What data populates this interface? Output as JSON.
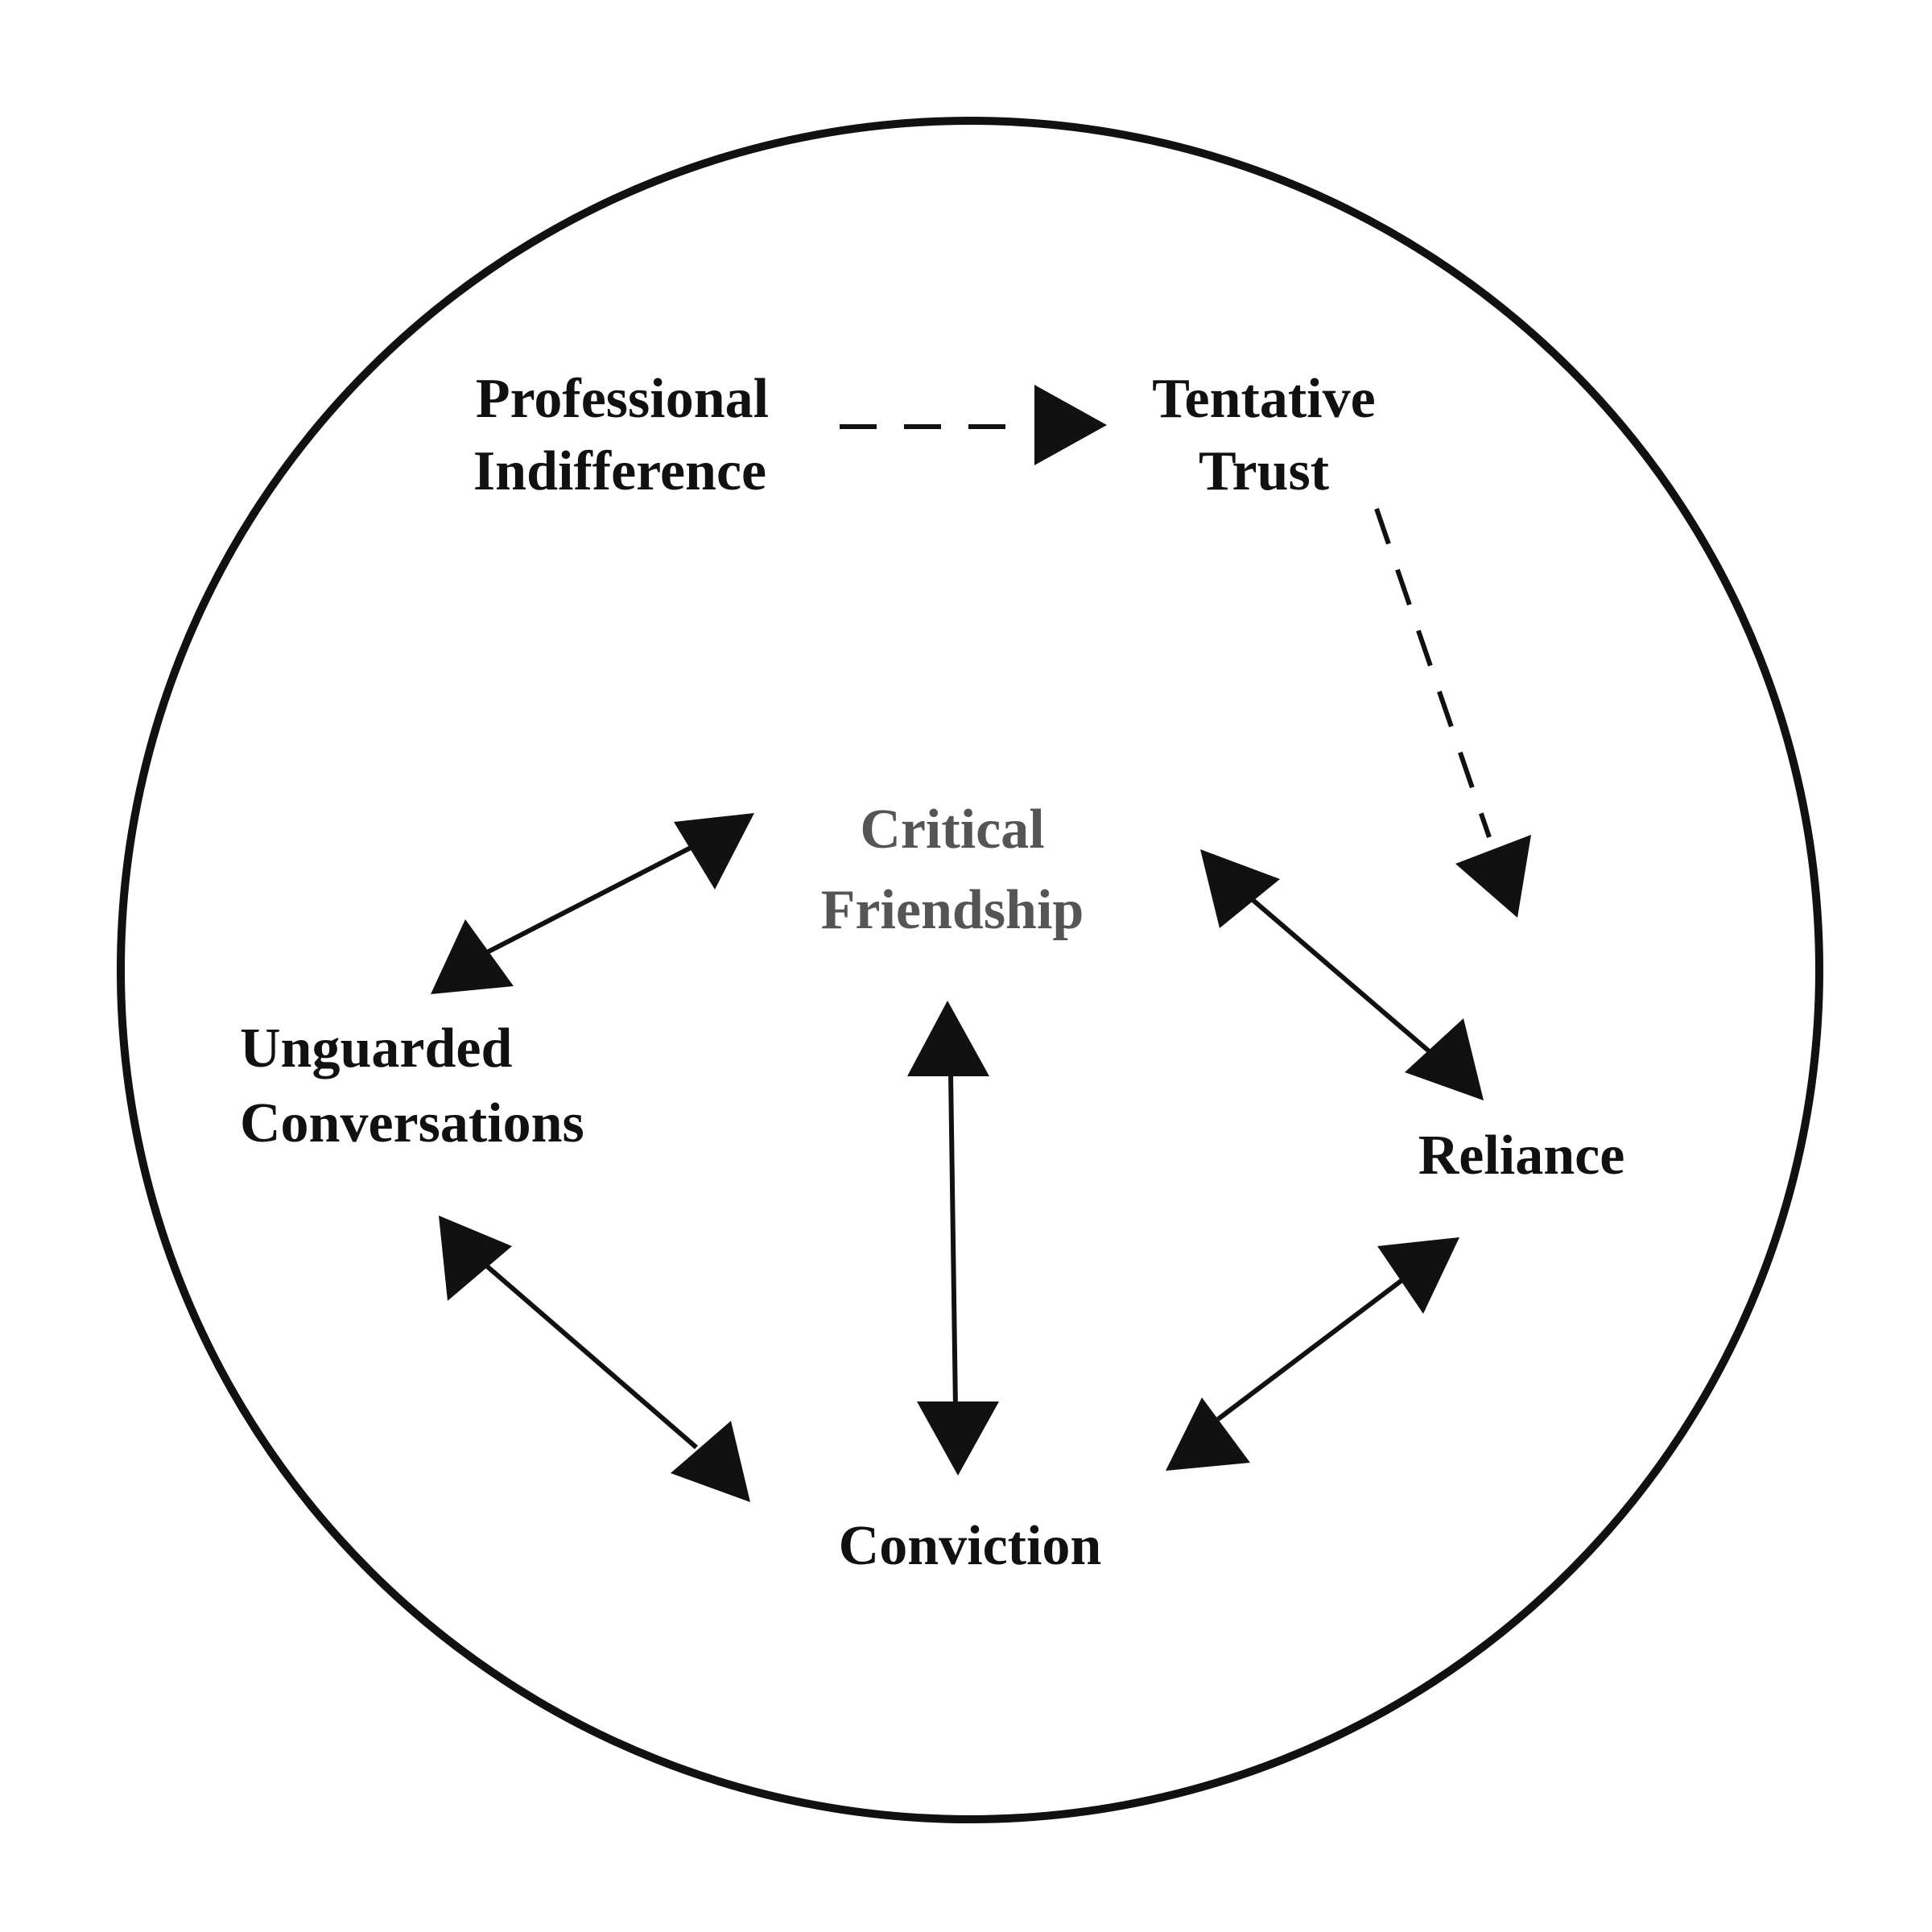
{
  "diagram": {
    "nodes": {
      "professional_indifference": {
        "line1": "Professional",
        "line2": "Indifference"
      },
      "tentative_trust": {
        "line1": "Tentative",
        "line2": "Trust"
      },
      "critical_friendship": {
        "line1": "Critical",
        "line2": "Friendship"
      },
      "unguarded_conversations": {
        "line1": "Unguarded",
        "line2": "Conversations"
      },
      "reliance": {
        "line1": "Reliance"
      },
      "conviction": {
        "line1": "Conviction"
      }
    },
    "edges": [
      {
        "from": "professional_indifference",
        "to": "tentative_trust",
        "style": "dashed",
        "direction": "one-way"
      },
      {
        "from": "tentative_trust",
        "to": "reliance",
        "style": "dashed",
        "direction": "one-way"
      },
      {
        "from": "critical_friendship",
        "to": "unguarded_conversations",
        "style": "solid",
        "direction": "two-way"
      },
      {
        "from": "critical_friendship",
        "to": "reliance",
        "style": "solid",
        "direction": "two-way"
      },
      {
        "from": "critical_friendship",
        "to": "conviction",
        "style": "solid",
        "direction": "two-way"
      },
      {
        "from": "unguarded_conversations",
        "to": "conviction",
        "style": "solid",
        "direction": "two-way"
      },
      {
        "from": "reliance",
        "to": "conviction",
        "style": "solid",
        "direction": "two-way"
      }
    ],
    "colors": {
      "line": "#111111",
      "text": "#111111",
      "center_text": "#555555",
      "background": "#ffffff"
    }
  }
}
